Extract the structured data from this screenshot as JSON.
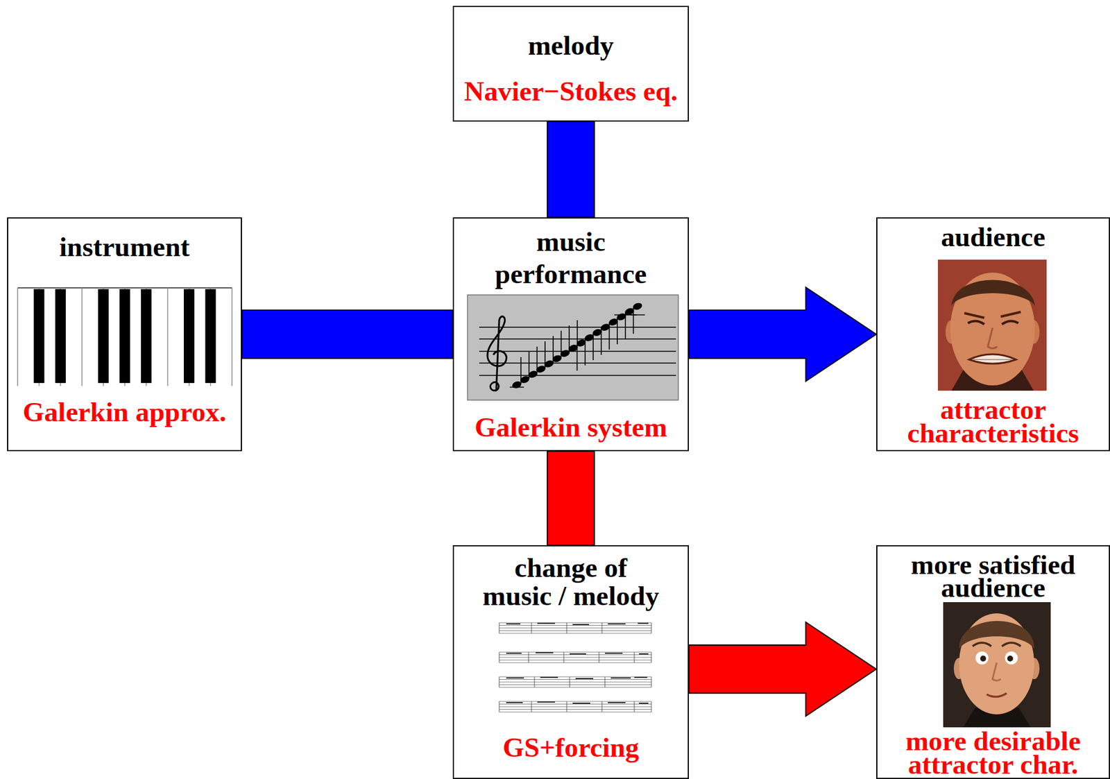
{
  "diagram": {
    "nodes": [
      {
        "text": [
          "melody",
          "Navier−Stokes eq."
        ]
      },
      {
        "text": [
          "instrument",
          "Galerkin approx."
        ]
      },
      {
        "text": [
          "music performance",
          "Galerkin system"
        ]
      },
      {
        "text": [
          "audience",
          "attractor characteristics"
        ]
      },
      {
        "text": [
          "change of music / melody",
          "GS+forcing"
        ]
      },
      {
        "text": [
          "more satisfied audience",
          "more desirable attractor char."
        ]
      }
    ],
    "edges": [
      {
        "from": 0,
        "to": 2,
        "arrow": "none"
      },
      {
        "from": 1,
        "to": 2,
        "arrow": "none"
      },
      {
        "from": 2,
        "to": 3,
        "arrow": "to"
      },
      {
        "from": 2,
        "to": 4,
        "arrow": "none"
      },
      {
        "from": 4,
        "to": 5,
        "arrow": "to"
      }
    ]
  }
}
